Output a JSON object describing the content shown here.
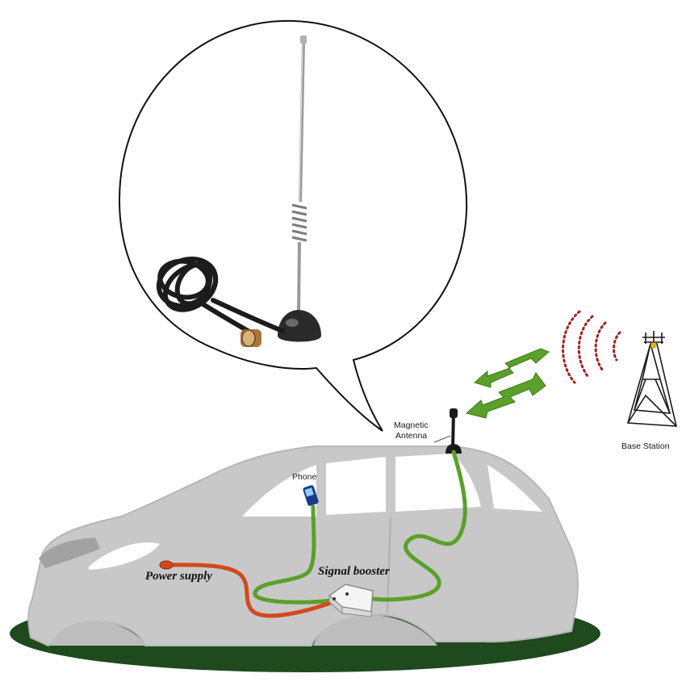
{
  "labels": {
    "magnetic_antenna_line1": "Magnetic",
    "magnetic_antenna_line2": "Antenna",
    "base_station": "Base Station",
    "phone": "Phone",
    "power_supply": "Power supply",
    "signal_booster": "Signal booster"
  },
  "colors": {
    "car_body": "#c8c8c8",
    "car_window": "#ffffff",
    "ground": "#1e4a1e",
    "booster_cable": "#5aa02a",
    "power_cable": "#d24a1e",
    "signal_arrow": "#5aa02a",
    "radio_wave": "#a02020",
    "antenna_base": "#2a2a2a"
  },
  "icons": {
    "antenna": "magnetic-antenna-icon",
    "tower": "base-station-tower-icon",
    "waves": "radio-wave-icon",
    "phone": "phone-icon",
    "booster": "signal-booster-icon"
  }
}
